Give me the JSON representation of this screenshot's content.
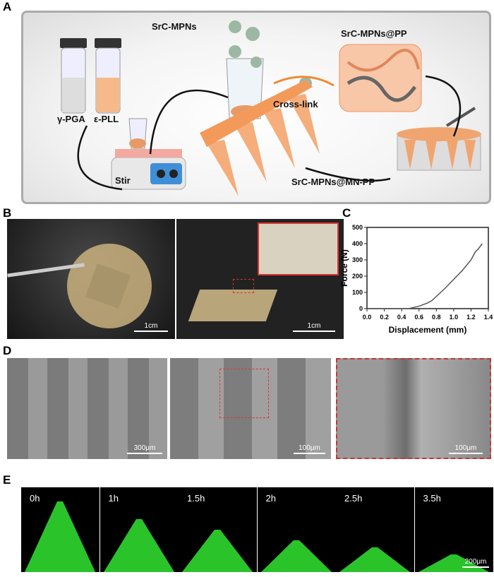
{
  "panels": {
    "a": "A",
    "b": "B",
    "c": "C",
    "d": "D",
    "e": "E"
  },
  "panel_a": {
    "vial1": "γ-PGA",
    "vial2": "ε-PLL",
    "mpns": "SrC-MPNs",
    "crosslink": "Cross-link",
    "pp": "SrC-MPNs@PP",
    "stir": "Stir",
    "mnpp": "SrC-MPNs@MN-PP"
  },
  "panel_b": {
    "scale1": "1cm",
    "scale2": "1cm"
  },
  "panel_d": {
    "scale1": "300μm",
    "scale2": "100μm",
    "scale3": "100μm"
  },
  "panel_e": {
    "times": [
      "0h",
      "1h",
      "1.5h",
      "2h",
      "2.5h",
      "3.5h"
    ],
    "scale": "200μm",
    "head_fraction": [
      1,
      0.75,
      0.6,
      0.45,
      0.35,
      0.25
    ]
  },
  "chart_data": {
    "type": "line",
    "title": "",
    "xlabel": "Displacement (mm)",
    "ylabel": "Force (N)",
    "xlim": [
      0,
      1.4
    ],
    "ylim": [
      0,
      500
    ],
    "xticks": [
      "0.0",
      "0.2",
      "0.4",
      "0.6",
      "0.8",
      "1.0",
      "1.2",
      "1.4"
    ],
    "yticks": [
      "0",
      "100",
      "200",
      "300",
      "400",
      "500"
    ],
    "series": [
      {
        "name": "force",
        "x": [
          0,
          0.48,
          0.6,
          0.7,
          0.75,
          0.8,
          0.9,
          1.0,
          1.1,
          1.2,
          1.25,
          1.28,
          1.33
        ],
        "y": [
          0,
          0,
          15,
          35,
          50,
          75,
          125,
          180,
          235,
          300,
          350,
          365,
          400
        ]
      }
    ]
  }
}
